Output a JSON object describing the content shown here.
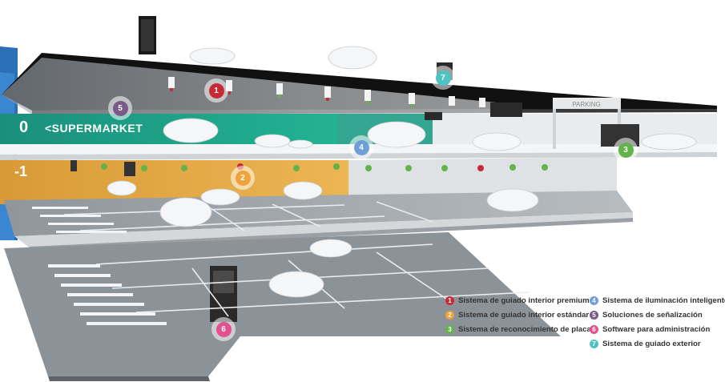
{
  "colors": {
    "premium": "#c62a36",
    "standard": "#f0a33a",
    "plates": "#62b34a",
    "lighting": "#6f9fd8",
    "signage": "#7a5a86",
    "software": "#e2508f",
    "exterior": "#4fc3c3",
    "teal_floor": "#1f9e86",
    "gold_wall": "#e3a83f"
  },
  "floors": {
    "level_0": "0",
    "supermarket": "<SUPERMARKET",
    "level_minus1": "-1"
  },
  "entrance_sign": "PARKING",
  "markers": [
    {
      "num": "1",
      "color": "#c62a36"
    },
    {
      "num": "2",
      "color": "#f0a33a"
    },
    {
      "num": "3",
      "color": "#62b34a"
    },
    {
      "num": "4",
      "color": "#6f9fd8"
    },
    {
      "num": "5",
      "color": "#7a5a86"
    },
    {
      "num": "6",
      "color": "#e2508f"
    },
    {
      "num": "7",
      "color": "#4fc3c3"
    }
  ],
  "legend": [
    {
      "num": "1",
      "label": "Sistema de guiado interior premium",
      "color": "#c62a36"
    },
    {
      "num": "2",
      "label": "Sistema de guiado interior estándar",
      "color": "#f0a33a"
    },
    {
      "num": "3",
      "label": "Sistema de reconocimiento de placas",
      "color": "#62b34a"
    },
    {
      "num": "4",
      "label": "Sistema de iluminación inteligente",
      "color": "#6f9fd8"
    },
    {
      "num": "5",
      "label": "Soluciones de señalización",
      "color": "#7a5a86"
    },
    {
      "num": "6",
      "label": "Software para administración",
      "color": "#e2508f"
    },
    {
      "num": "7",
      "label": "Sistema de guiado exterior",
      "color": "#4fc3c3"
    }
  ]
}
